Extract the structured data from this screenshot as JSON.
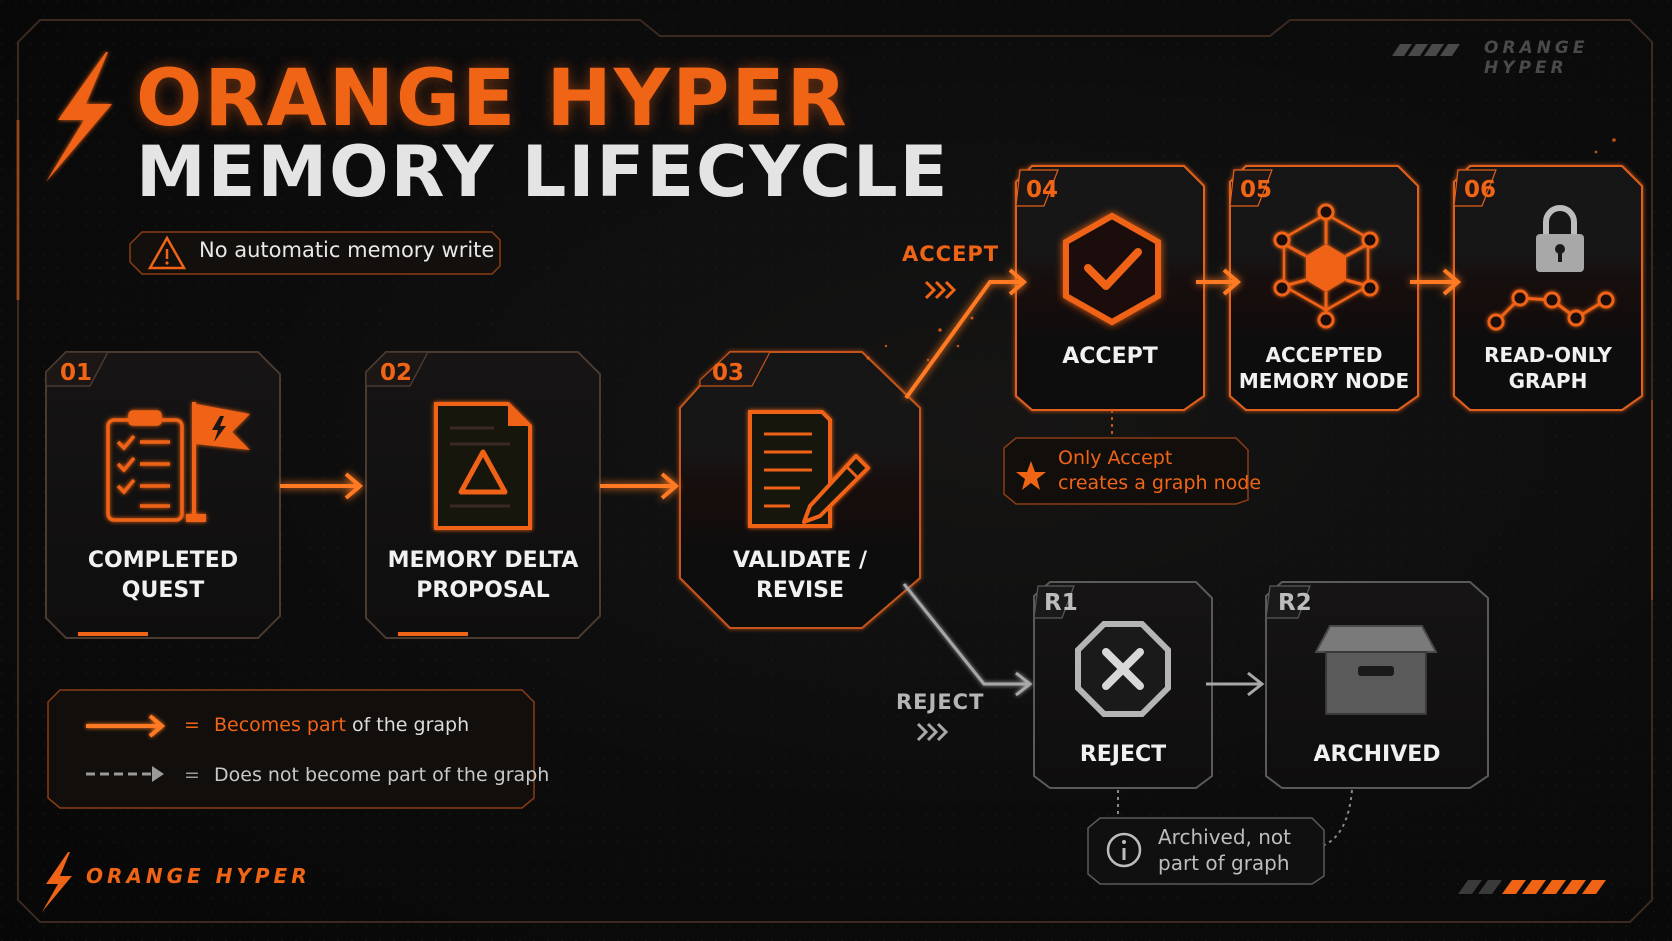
{
  "header": {
    "title_line1": "ORANGE HYPER",
    "title_line2": "MEMORY LIFECYCLE",
    "warning": "No automatic memory write",
    "corner_brand": "ORANGE HYPER"
  },
  "steps": [
    {
      "num": "01",
      "line1": "COMPLETED",
      "line2": "QUEST",
      "icon": "quest-checklist-flag-icon"
    },
    {
      "num": "02",
      "line1": "MEMORY DELTA",
      "line2": "PROPOSAL",
      "icon": "delta-document-icon"
    },
    {
      "num": "03",
      "line1": "VALIDATE /",
      "line2": "REVISE",
      "icon": "document-pencil-icon"
    },
    {
      "num": "04",
      "line1": "ACCEPT",
      "line2": "",
      "icon": "hexagon-check-icon"
    },
    {
      "num": "05",
      "line1": "ACCEPTED",
      "line2": "MEMORY NODE",
      "icon": "memory-node-network-icon"
    },
    {
      "num": "06",
      "line1": "READ-ONLY",
      "line2": "GRAPH",
      "icon": "lock-graph-icon"
    },
    {
      "num": "R1",
      "line1": "REJECT",
      "line2": "",
      "icon": "octagon-x-icon"
    },
    {
      "num": "R2",
      "line1": "ARCHIVED",
      "line2": "",
      "icon": "archive-box-icon"
    }
  ],
  "branches": {
    "accept_label": "ACCEPT",
    "reject_label": "REJECT"
  },
  "notes": {
    "accept_note_line1": "Only Accept",
    "accept_note_line2": "creates a graph node",
    "archive_note_line1": "Archived, not",
    "archive_note_line2": "part of graph"
  },
  "legend": {
    "equals": "=",
    "solid_highlight": "Becomes part",
    "solid_rest": " of the graph",
    "dashed_highlight": "Does not",
    "dashed_rest": " become part of the graph"
  },
  "footer": {
    "brand": "ORANGE HYPER"
  },
  "colors": {
    "accent": "#f06416",
    "background": "#0b0b0c",
    "text": "#f1f1f1",
    "reject_gray": "#9a9a9a"
  }
}
